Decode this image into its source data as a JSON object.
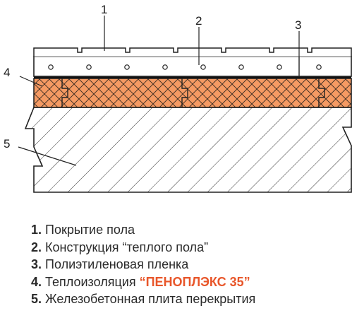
{
  "diagram": {
    "callouts": [
      "1",
      "2",
      "3",
      "4",
      "5"
    ]
  },
  "legend": {
    "items": [
      {
        "num": "1.",
        "text": "Покрытие пола",
        "highlight": ""
      },
      {
        "num": "2.",
        "text": "Конструкция “теплого пола”",
        "highlight": ""
      },
      {
        "num": "3.",
        "text": "Полиэтиленовая пленка",
        "highlight": ""
      },
      {
        "num": "4.",
        "text": "Теплоизоляция ",
        "highlight": "“ПЕНОПЛЭКС 35”"
      },
      {
        "num": "5.",
        "text": "Железобетонная плита перекрытия",
        "highlight": ""
      }
    ]
  },
  "colors": {
    "insulation": "#f59a63",
    "outline": "#222222",
    "highlight": "#e8562a"
  }
}
